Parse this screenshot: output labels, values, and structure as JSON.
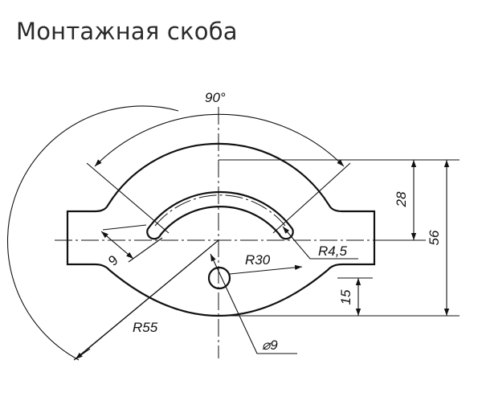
{
  "title": "Монтажная скоба",
  "dimensions": {
    "angle": "90°",
    "height_28": "28",
    "height_56": "56",
    "height_15": "15",
    "slot_width": "9",
    "radius_30": "R30",
    "radius_4_5": "R4,5",
    "radius_55": "R55",
    "hole_diameter": "⌀9"
  }
}
